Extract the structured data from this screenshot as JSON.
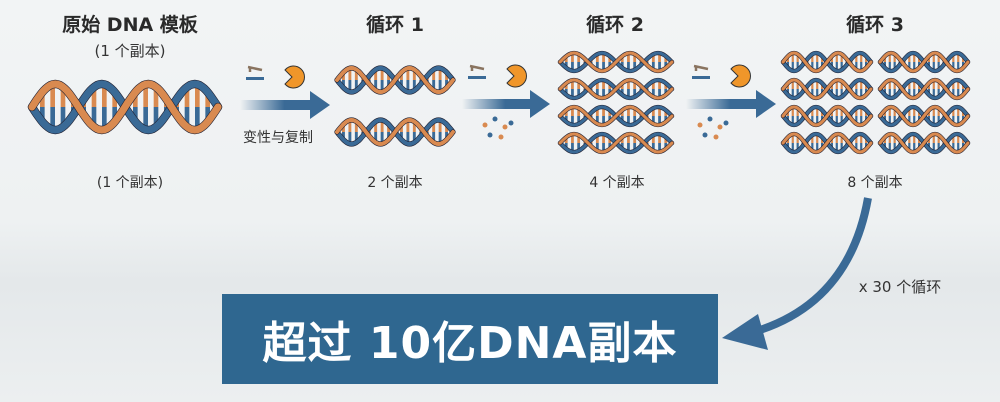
{
  "stages": [
    {
      "title": "原始 DNA 模板",
      "subtitle": "(1 个副本)",
      "count_label": "(1 个副本)",
      "copies": 1
    },
    {
      "title": "循环 1",
      "count_label": "2 个副本",
      "copies": 2
    },
    {
      "title": "循环 2",
      "count_label": "4 个副本",
      "copies": 4
    },
    {
      "title": "循环 3",
      "count_label": "8 个副本",
      "copies": 8
    }
  ],
  "process_label": "变性与复制",
  "cycles_label": "x 30 个循环",
  "result_label": "超过 10亿DNA副本",
  "colors": {
    "blue": "#3a6a96",
    "orange": "#d98a50",
    "box": "#2f6790",
    "enzyme": "#f0962a"
  }
}
